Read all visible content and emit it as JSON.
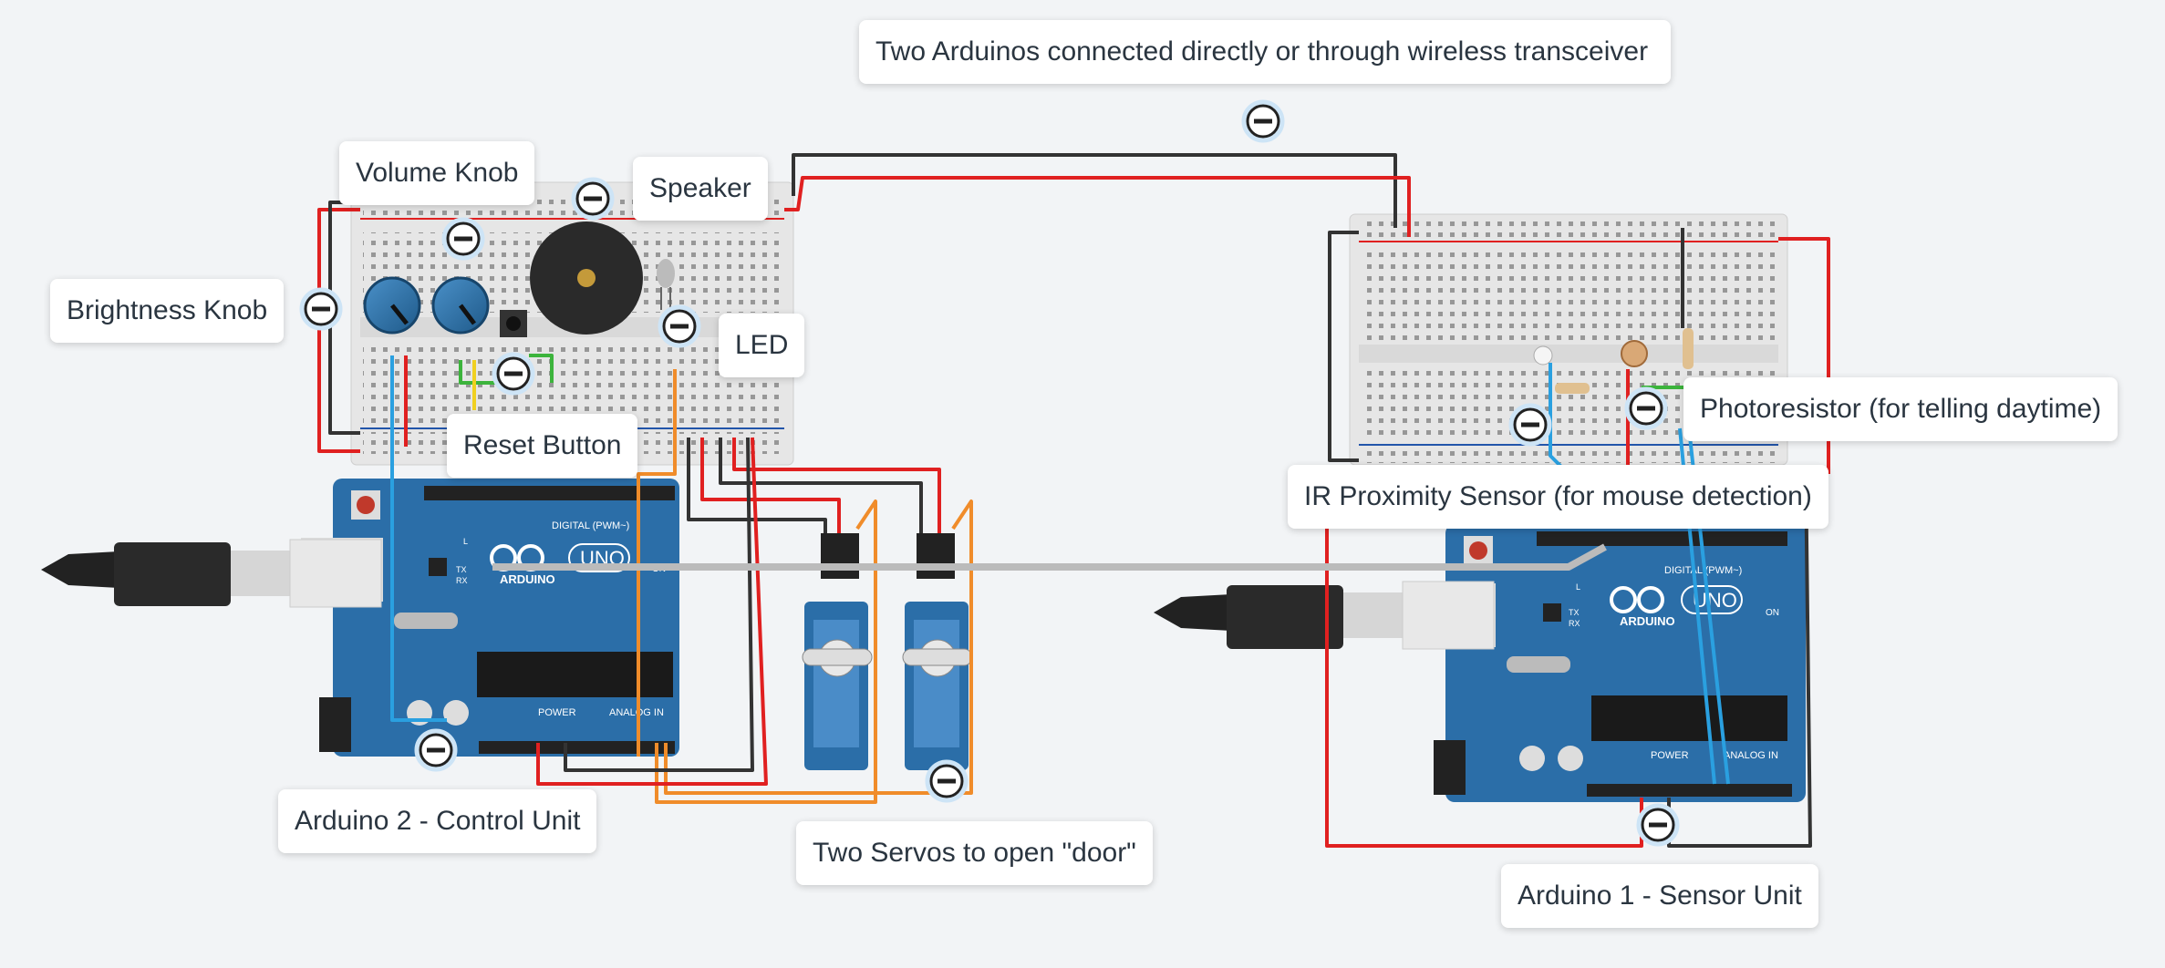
{
  "colors": {
    "background": "#f2f4f6",
    "board_blue": "#2b6ea8",
    "wire_red": "#e02020",
    "wire_black": "#333333",
    "wire_orange": "#f08c2a",
    "wire_blue": "#2aa0e0",
    "wire_green": "#3cb43c",
    "wire_yellow": "#f0d020",
    "breadboard": "#e4e4e4",
    "callout_bg": "#ffffff",
    "callout_text": "#2a3540"
  },
  "callouts": {
    "wireless": "Two Arduinos connected directly or through wireless transceiver",
    "volume_knob": "Volume Knob",
    "speaker": "Speaker",
    "brightness_knob": "Brightness Knob",
    "led": "LED",
    "reset_button": "Reset Button",
    "photoresistor": "Photoresistor (for telling daytime)",
    "ir_sensor": "IR Proximity Sensor (for mouse detection)",
    "arduino2": "Arduino 2 - Control Unit",
    "servos": "Two Servos to open \"door\"",
    "arduino1": "Arduino 1 - Sensor Unit"
  },
  "arduino_labels": {
    "brand": "ARDUINO",
    "model": "UNO",
    "digital": "DIGITAL (PWM~)",
    "power": "POWER",
    "analog": "ANALOG IN",
    "on": "ON",
    "l": "L",
    "tx": "TX",
    "rx": "RX"
  },
  "icons": [
    "usb-cable-icon",
    "annotation-marker-icon"
  ]
}
